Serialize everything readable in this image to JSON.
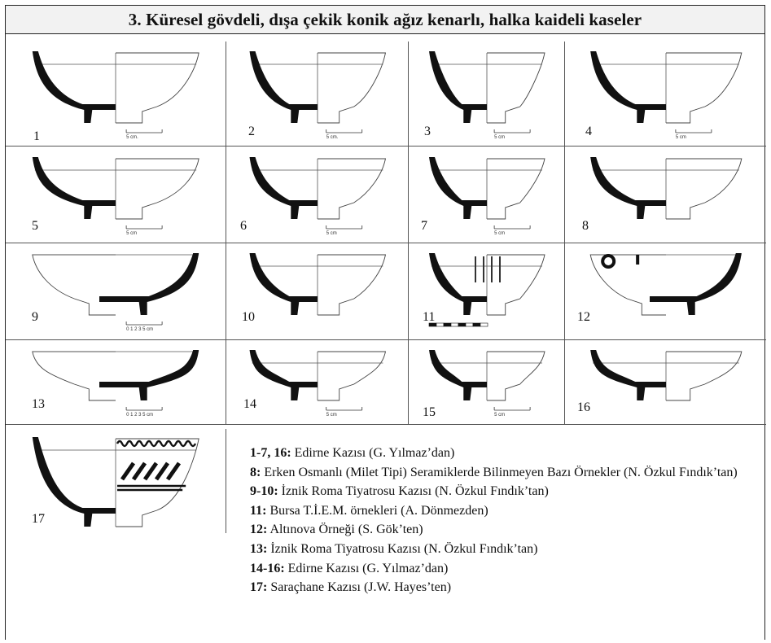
{
  "title": "3. Küresel gövdeli, dışa çekik konik ağız kenarlı, halka kaideli kaseler",
  "figures": [
    {
      "number": "1",
      "scale": "5 cm."
    },
    {
      "number": "2",
      "scale": "5 cm."
    },
    {
      "number": "3",
      "scale": "5 cm"
    },
    {
      "number": "4",
      "scale": "5 cm"
    },
    {
      "number": "5",
      "scale": "5 cm"
    },
    {
      "number": "6",
      "scale": "5 cm"
    },
    {
      "number": "7",
      "scale": "5 cm"
    },
    {
      "number": "8",
      "scale": ""
    },
    {
      "number": "9",
      "scale": "0 1 2 3 5 cm"
    },
    {
      "number": "10",
      "scale": ""
    },
    {
      "number": "11",
      "scale": ""
    },
    {
      "number": "12",
      "scale": ""
    },
    {
      "number": "13",
      "scale": "0 1 2 3 5 cm"
    },
    {
      "number": "14",
      "scale": "5 cm"
    },
    {
      "number": "15",
      "scale": "5 cm"
    },
    {
      "number": "16",
      "scale": ""
    },
    {
      "number": "17",
      "scale": ""
    }
  ],
  "legend": [
    {
      "key": "1-7, 16:",
      "text": " Edirne Kazısı (G. Yılmaz’dan)"
    },
    {
      "key": "8:",
      "text": " Erken Osmanlı (Milet Tipi) Seramiklerde Bilinmeyen Bazı Örnekler (N. Özkul Fındık’tan)"
    },
    {
      "key": "9-10:",
      "text": " İznik Roma Tiyatrosu Kazısı (N. Özkul Fındık’tan)"
    },
    {
      "key": "11:",
      "text": " Bursa T.İ.E.M. örnekleri (A. Dönmezden)"
    },
    {
      "key": "12:",
      "text": " Altınova Örneği (S. Gök’ten)"
    },
    {
      "key": "13:",
      "text": " İznik Roma Tiyatrosu Kazısı (N. Özkul Fındık’tan)"
    },
    {
      "key": "14-16:",
      "text": " Edirne Kazısı (G. Yılmaz’dan)"
    },
    {
      "key": "17:",
      "text": " Saraçhane Kazısı (J.W. Hayes’ten)"
    }
  ]
}
